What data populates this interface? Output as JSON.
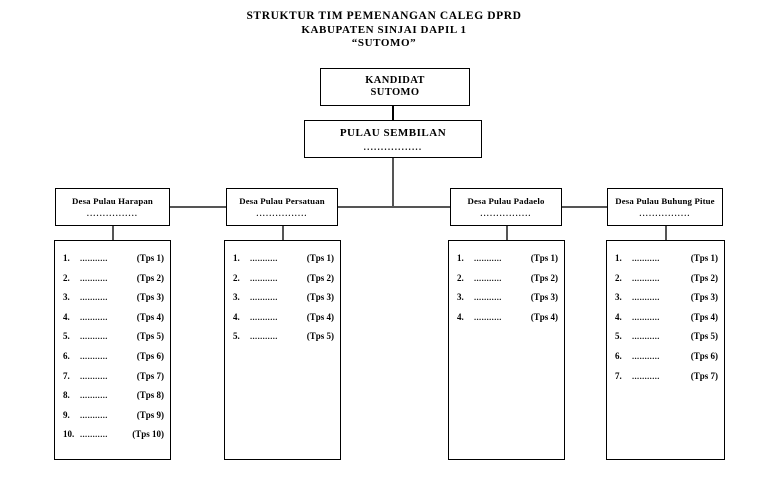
{
  "title": {
    "line1": "STRUKTUR TIM PEMENANGAN CALEG DPRD",
    "line2": "KABUPATEN SINJAI DAPIL 1",
    "line3": "“SUTOMO”"
  },
  "kandidat": {
    "role_label": "KANDIDAT",
    "name": "SUTOMO"
  },
  "coordinator": {
    "label": "PULAU SEMBILAN",
    "dots": "................."
  },
  "dots_line": "................",
  "columns": [
    {
      "id": "desa-pulau-harapan",
      "label": "Desa Pulau Harapan",
      "dots": "................",
      "members": [
        {
          "num": "1.",
          "dots": "...........",
          "tps": "(Tps 1)"
        },
        {
          "num": "2.",
          "dots": "...........",
          "tps": "(Tps 2)"
        },
        {
          "num": "3.",
          "dots": "...........",
          "tps": "(Tps 3)"
        },
        {
          "num": "4.",
          "dots": "...........",
          "tps": "(Tps 4)"
        },
        {
          "num": "5.",
          "dots": "...........",
          "tps": "(Tps 5)"
        },
        {
          "num": "6.",
          "dots": "...........",
          "tps": "(Tps 6)"
        },
        {
          "num": "7.",
          "dots": "...........",
          "tps": "(Tps 7)"
        },
        {
          "num": "8.",
          "dots": "...........",
          "tps": "(Tps 8)"
        },
        {
          "num": "9.",
          "dots": "...........",
          "tps": "(Tps 9)"
        },
        {
          "num": "10.",
          "dots": "...........",
          "tps": "(Tps 10)"
        }
      ]
    },
    {
      "id": "desa-pulau-persatuan",
      "label": "Desa Pulau Persatuan",
      "dots": "................",
      "members": [
        {
          "num": "1.",
          "dots": "...........",
          "tps": "(Tps 1)"
        },
        {
          "num": "2.",
          "dots": "...........",
          "tps": "(Tps 2)"
        },
        {
          "num": "3.",
          "dots": "...........",
          "tps": "(Tps 3)"
        },
        {
          "num": "4.",
          "dots": "...........",
          "tps": "(Tps 4)"
        },
        {
          "num": "5.",
          "dots": "...........",
          "tps": "(Tps 5)"
        }
      ]
    },
    {
      "id": "desa-pulau-padaelo",
      "label": "Desa Pulau Padaelo",
      "dots": "................",
      "members": [
        {
          "num": "1.",
          "dots": "...........",
          "tps": "(Tps 1)"
        },
        {
          "num": "2.",
          "dots": "...........",
          "tps": "(Tps 2)"
        },
        {
          "num": "3.",
          "dots": "...........",
          "tps": "(Tps 3)"
        },
        {
          "num": "4.",
          "dots": "...........",
          "tps": "(Tps 4)"
        }
      ]
    },
    {
      "id": "desa-pulau-buhung-pitue",
      "label": "Desa Pulau Buhung Pitue",
      "dots": "................",
      "members": [
        {
          "num": "1.",
          "dots": "...........",
          "tps": "(Tps 1)"
        },
        {
          "num": "2.",
          "dots": "...........",
          "tps": "(Tps 2)"
        },
        {
          "num": "3.",
          "dots": "...........",
          "tps": "(Tps 3)"
        },
        {
          "num": "4.",
          "dots": "...........",
          "tps": "(Tps 4)"
        },
        {
          "num": "5.",
          "dots": "...........",
          "tps": "(Tps 5)"
        },
        {
          "num": "6.",
          "dots": "...........",
          "tps": "(Tps 6)"
        },
        {
          "num": "7.",
          "dots": "...........",
          "tps": "(Tps 7)"
        }
      ]
    }
  ],
  "colors": {
    "border": "#000000",
    "connector": "#555555",
    "background": "#ffffff",
    "text": "#000000"
  }
}
